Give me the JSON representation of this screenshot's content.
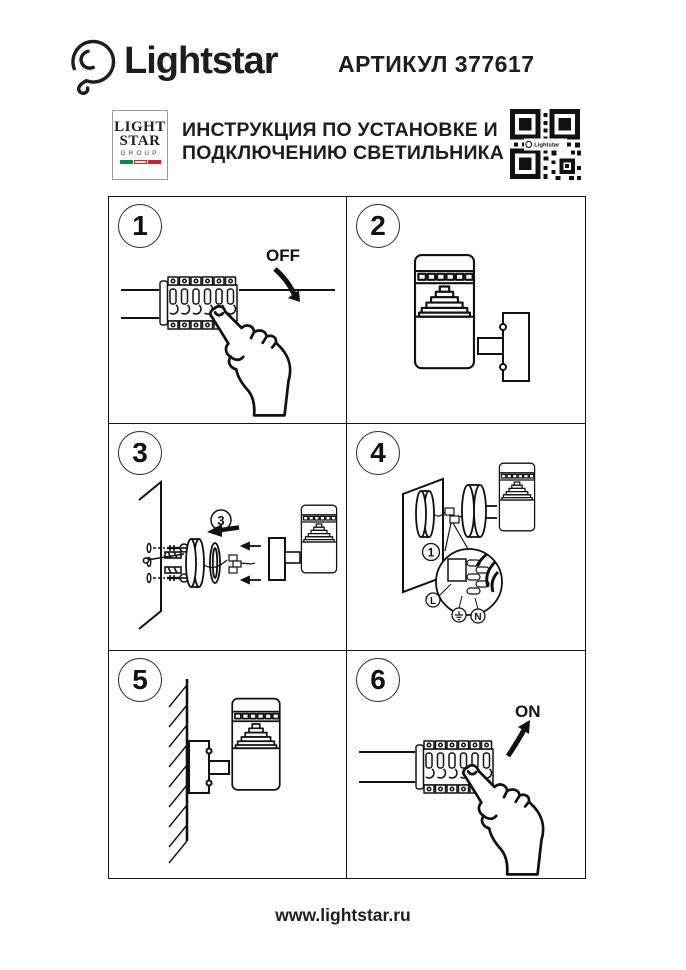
{
  "header": {
    "brand": "Lightstar",
    "article": "АРТИКУЛ 377617"
  },
  "subheader": {
    "group_logo": {
      "line1": "LIGHT",
      "line2": "STAR",
      "line3": "GROUP"
    },
    "title_line1": "ИНСТРУКЦИЯ ПО УСТАНОВКЕ И",
    "title_line2": "ПОДКЛЮЧЕНИЮ СВЕТИЛЬНИКА",
    "qr_label": "Lightstar"
  },
  "panels": [
    {
      "number": "1",
      "label": "OFF"
    },
    {
      "number": "2"
    },
    {
      "number": "3",
      "step_marker": "3"
    },
    {
      "number": "4",
      "callout": "1",
      "wire_label_l": "L",
      "wire_label_n": "N"
    },
    {
      "number": "5"
    },
    {
      "number": "6",
      "label": "ON"
    }
  ],
  "footer": {
    "url": "www.lightstar.ru"
  },
  "colors": {
    "ink": "#1a1a1a",
    "line": "#111111",
    "flag_green": "#008C45",
    "flag_red": "#CD212A"
  }
}
